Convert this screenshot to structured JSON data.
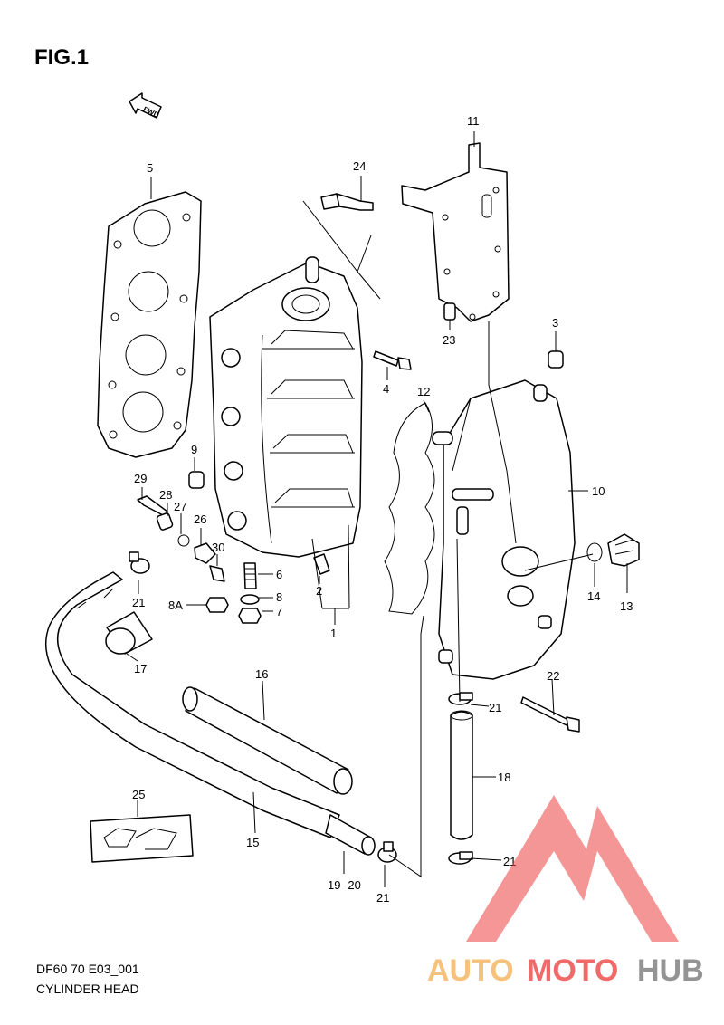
{
  "figure_title": "FIG.1",
  "direction_label": "FWD",
  "caption_code": "DF60 70 E03_001",
  "caption_name": "CYLINDER HEAD",
  "callouts": {
    "c1": "1",
    "c2": "2",
    "c3": "3",
    "c4": "4",
    "c5": "5",
    "c6": "6",
    "c7": "7",
    "c8": "8",
    "c8a": "8A",
    "c9": "9",
    "c10": "10",
    "c11": "11",
    "c12": "12",
    "c13": "13",
    "c14": "14",
    "c15": "15",
    "c16": "16",
    "c17": "17",
    "c18": "18",
    "c1920": "19 -20",
    "c21a": "21",
    "c21b": "21",
    "c21c": "21",
    "c21d": "21",
    "c22": "22",
    "c23": "23",
    "c24": "24",
    "c25": "25",
    "c26": "26",
    "c27": "27",
    "c28": "28",
    "c29": "29",
    "c30": "30"
  },
  "watermark": {
    "auto": "AUTO",
    "moto": "MOTO",
    "hub": "HUB"
  },
  "colors": {
    "watermark_red": "#ee4444",
    "watermark_orange": "#f5b25a",
    "watermark_gray": "#7a7a7a"
  }
}
